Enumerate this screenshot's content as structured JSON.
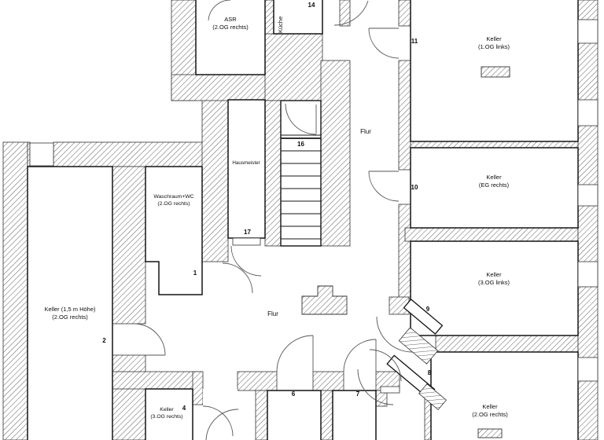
{
  "floorplan": {
    "rooms": {
      "kueche": {
        "name": "Küche"
      },
      "asr": {
        "name": "ASR",
        "floor": "(2.OG rechts)"
      },
      "hausmeister": {
        "name": "Hausmeister"
      },
      "waschraum_wc": {
        "name": "Waschraum+WC",
        "floor": "(2.OG rechts)"
      },
      "keller_15m_hoehe": {
        "name": "Keller (1,5 m Höhe)",
        "floor": "(2.OG rechts)"
      },
      "keller_1og_links": {
        "name": "Keller",
        "floor": "(1.OG links)"
      },
      "keller_eg_rechts": {
        "name": "Keller",
        "floor": "(EG rechts)"
      },
      "keller_3og_links": {
        "name": "Keller",
        "floor": "(3.OG links)"
      },
      "keller_2og_rechts": {
        "name": "Keller",
        "floor": "(2.OG rechts)"
      },
      "keller_3og_rechts": {
        "name": "Keller",
        "floor": "(3.OG rechts)"
      },
      "flur_upper": {
        "name": "Flur"
      },
      "flur_lower": {
        "name": "Flur"
      }
    },
    "door_numbers": {
      "d1": "1",
      "d2": "2",
      "d4": "4",
      "d6": "6",
      "d7": "7",
      "d8": "8",
      "d9": "9",
      "d10": "10",
      "d11": "11",
      "d14": "14",
      "d16": "16",
      "d17": "17"
    },
    "colors": {
      "background": "#ffffff",
      "wall_hatch": "#5f5f5f",
      "wall_outline": "#333333",
      "room_outline": "#141414",
      "door_arc": "#555555"
    }
  }
}
